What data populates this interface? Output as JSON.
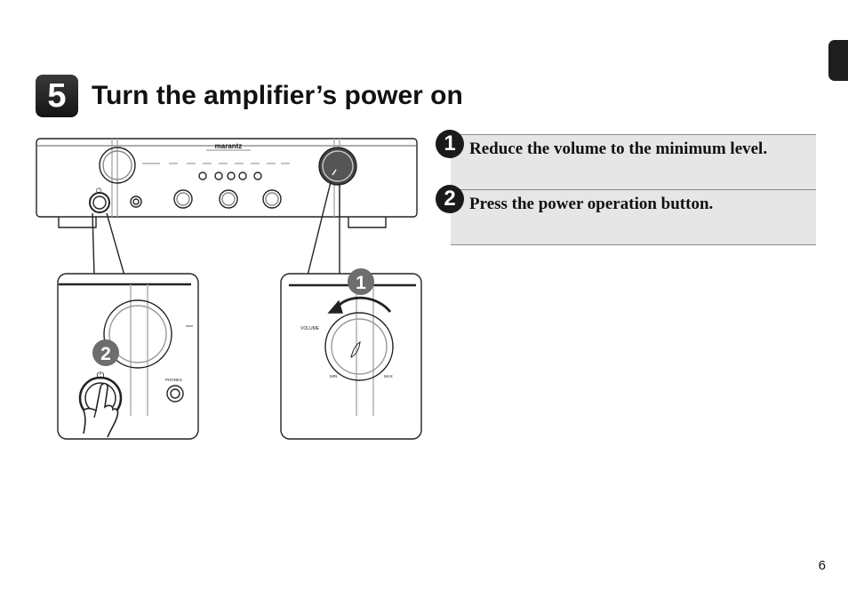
{
  "section": {
    "step_number": "5",
    "title": "Turn the amplifier’s power on"
  },
  "instructions": [
    {
      "num": "1",
      "text": "Reduce the volume to the minimum level."
    },
    {
      "num": "2",
      "text": "Press the power operation button."
    }
  ],
  "illustration": {
    "brand_logo": "marantz",
    "standby_mark": "⏻",
    "callout_power": "2",
    "callout_volume": "1",
    "volume_label": "VOLUME",
    "volume_min": "MIN",
    "volume_max": "MAX",
    "phones_label": "PHONES",
    "icons": [
      "hand-pointer-icon",
      "rotate-arrow-icon",
      "power-icon"
    ]
  },
  "page_number": "6",
  "colors": {
    "badge": "#1a1a1a",
    "instruction_bg": "#e6e6e6",
    "rule": "#8a8a8a",
    "line_art": "#222222"
  }
}
